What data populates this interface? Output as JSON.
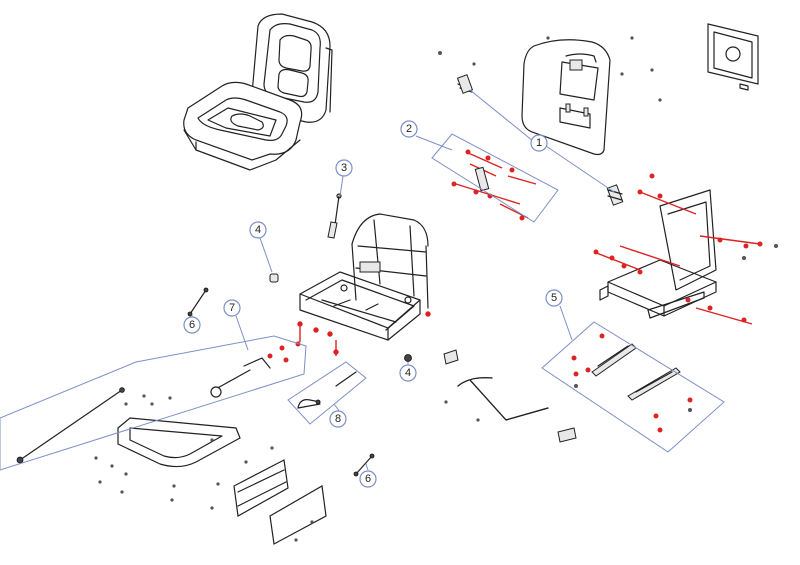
{
  "callouts": [
    {
      "id": "c1",
      "label": "1"
    },
    {
      "id": "c2",
      "label": "2"
    },
    {
      "id": "c3",
      "label": "3"
    },
    {
      "id": "c4a",
      "label": "4"
    },
    {
      "id": "c4b",
      "label": "4"
    },
    {
      "id": "c5",
      "label": "5"
    },
    {
      "id": "c6a",
      "label": "6"
    },
    {
      "id": "c6b",
      "label": "6"
    },
    {
      "id": "c7",
      "label": "7"
    },
    {
      "id": "c8",
      "label": "8"
    }
  ],
  "colors": {
    "outline": "#222222",
    "highlight": "#dd2222",
    "leader": "#7c8fc7"
  }
}
